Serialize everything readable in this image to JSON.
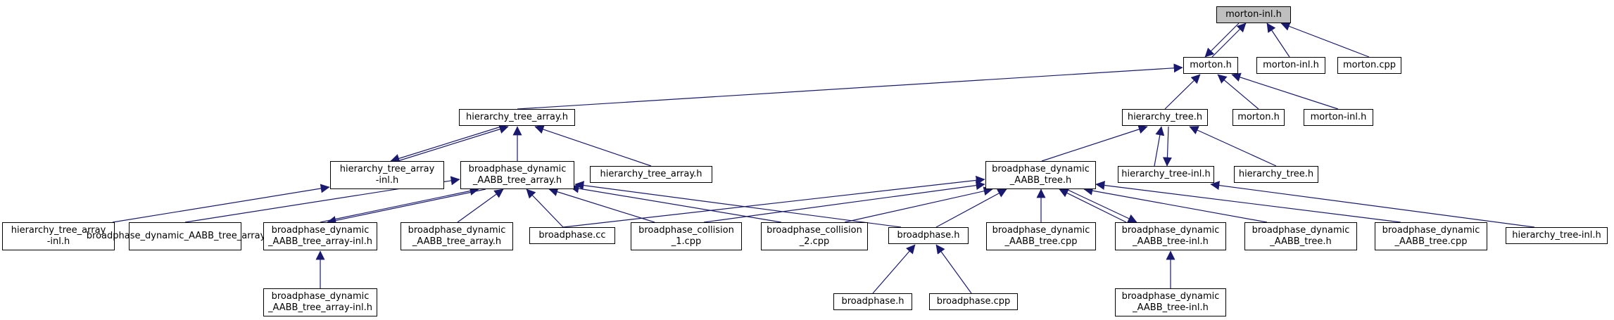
{
  "colors": {
    "edge": "#191970",
    "node_border": "#000000",
    "root_fill": "#bfbfbf",
    "node_fill": "#ffffff"
  },
  "nodes": {
    "morton_inl_root": {
      "lines": [
        "morton-inl.h"
      ],
      "root": true
    },
    "morton_h": {
      "lines": [
        "morton.h"
      ]
    },
    "morton_inl_a": {
      "lines": [
        "morton-inl.h"
      ]
    },
    "morton_cpp": {
      "lines": [
        "morton.cpp"
      ]
    },
    "hta_h": {
      "lines": [
        "hierarchy_tree_array.h"
      ]
    },
    "ht_h": {
      "lines": [
        "hierarchy_tree.h"
      ]
    },
    "morton_h_leaf": {
      "lines": [
        "morton.h"
      ]
    },
    "morton_inl_b": {
      "lines": [
        "morton-inl.h"
      ]
    },
    "hta_inl": {
      "lines": [
        "hierarchy_tree_array",
        "-inl.h"
      ]
    },
    "bdata_h": {
      "lines": [
        "broadphase_dynamic",
        "_AABB_tree_array.h"
      ]
    },
    "hta_h_leaf": {
      "lines": [
        "hierarchy_tree_array.h"
      ]
    },
    "bdat_h": {
      "lines": [
        "broadphase_dynamic",
        "_AABB_tree.h"
      ]
    },
    "ht_inl": {
      "lines": [
        "hierarchy_tree-inl.h"
      ]
    },
    "ht_h_leaf": {
      "lines": [
        "hierarchy_tree.h"
      ]
    },
    "hta_inl_leaf": {
      "lines": [
        "hierarchy_tree_array",
        "-inl.h"
      ]
    },
    "bdata_cpp": {
      "lines": [
        "broadphase_dynamic_AABB_tree_array.cpp"
      ]
    },
    "bdata_inl": {
      "lines": [
        "broadphase_dynamic",
        "_AABB_tree_array-inl.h"
      ]
    },
    "bdata_h_leaf": {
      "lines": [
        "broadphase_dynamic",
        "_AABB_tree_array.h"
      ]
    },
    "bp_cc": {
      "lines": [
        "broadphase.cc"
      ]
    },
    "bpc1": {
      "lines": [
        "broadphase_collision",
        "_1.cpp"
      ]
    },
    "bpc2": {
      "lines": [
        "broadphase_collision",
        "_2.cpp"
      ]
    },
    "bp_h": {
      "lines": [
        "broadphase.h"
      ]
    },
    "bdat_cpp_a": {
      "lines": [
        "broadphase_dynamic",
        "_AABB_tree.cpp"
      ]
    },
    "bdat_inl": {
      "lines": [
        "broadphase_dynamic",
        "_AABB_tree-inl.h"
      ]
    },
    "bdat_h_leaf": {
      "lines": [
        "broadphase_dynamic",
        "_AABB_tree.h"
      ]
    },
    "bdat_cpp_b": {
      "lines": [
        "broadphase_dynamic",
        "_AABB_tree.cpp"
      ]
    },
    "ht_inl_leaf": {
      "lines": [
        "hierarchy_tree-inl.h"
      ]
    },
    "bdata_inl_leaf": {
      "lines": [
        "broadphase_dynamic",
        "_AABB_tree_array-inl.h"
      ]
    },
    "bp_h_leaf": {
      "lines": [
        "broadphase.h"
      ]
    },
    "bp_cpp": {
      "lines": [
        "broadphase.cpp"
      ]
    },
    "bdat_inl_leaf": {
      "lines": [
        "broadphase_dynamic",
        "_AABB_tree-inl.h"
      ]
    }
  }
}
